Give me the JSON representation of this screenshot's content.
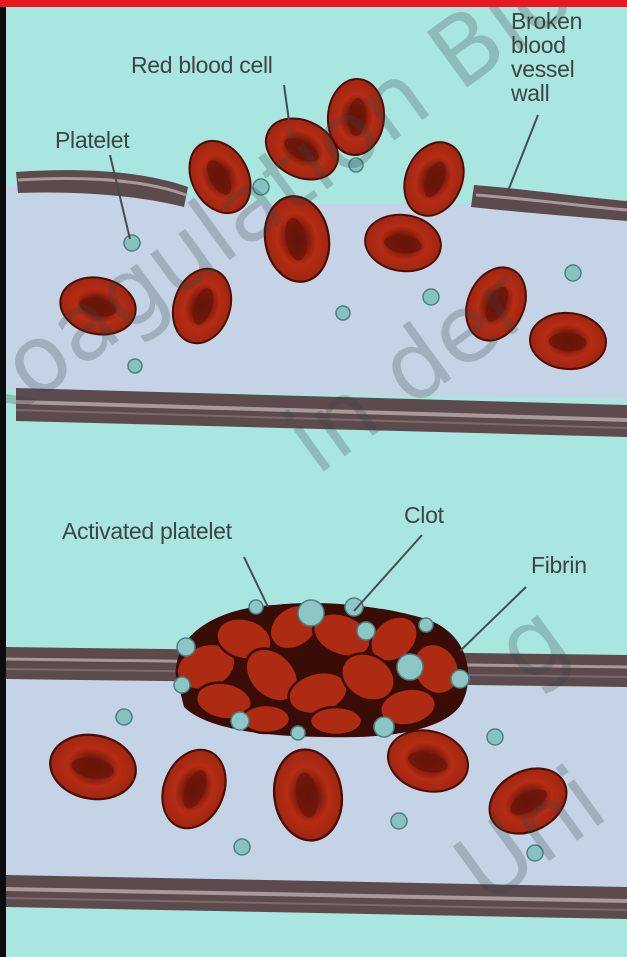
{
  "labels": {
    "red_blood_cell": "Red blood cell",
    "platelet": "Platelet",
    "broken_vessel_wall": "Broken\nblood\nvessel\nwall",
    "activated_platelet": "Activated platelet",
    "clot": "Clot",
    "fibrin": "Fibrin"
  },
  "watermark": {
    "line1": "Koagulation Blood",
    "line2": "in der",
    "line3": "g",
    "line4": "Uni"
  },
  "colors": {
    "background": "#a9e6df",
    "vessel_lumen": "#c4d4e6",
    "vessel_wall": "#5a4648",
    "red_cell": "#b02a12",
    "red_cell_center": "#6b150a",
    "platelet": "#86c2c2",
    "accent_bar": "#e8181e"
  }
}
